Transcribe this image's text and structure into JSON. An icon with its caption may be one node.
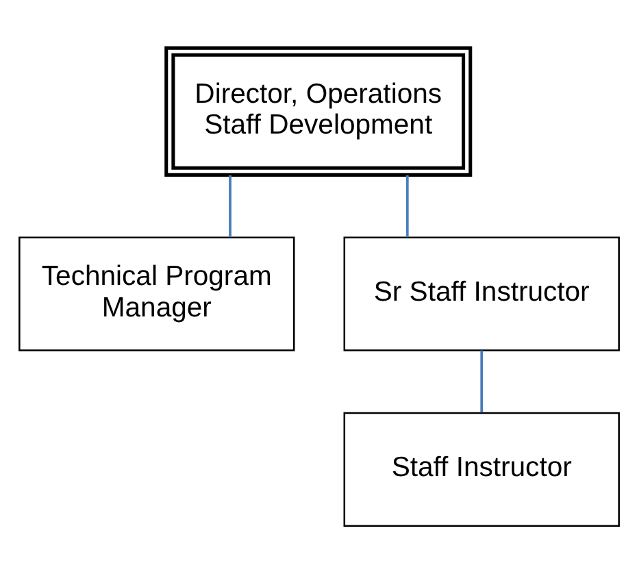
{
  "diagram": {
    "nodes": [
      {
        "text": [
          "Director, Operations Staff Development"
        ]
      },
      {
        "text": [
          "Technical Program Manager"
        ]
      },
      {
        "text": [
          "Sr Staff Instructor"
        ]
      },
      {
        "text": [
          "Staff Instructor"
        ]
      }
    ],
    "edges": [
      {
        "from": 0,
        "to": 1,
        "arrow": "none"
      },
      {
        "from": 0,
        "to": 2,
        "arrow": "none"
      },
      {
        "from": 2,
        "to": 3,
        "arrow": "none"
      }
    ]
  }
}
